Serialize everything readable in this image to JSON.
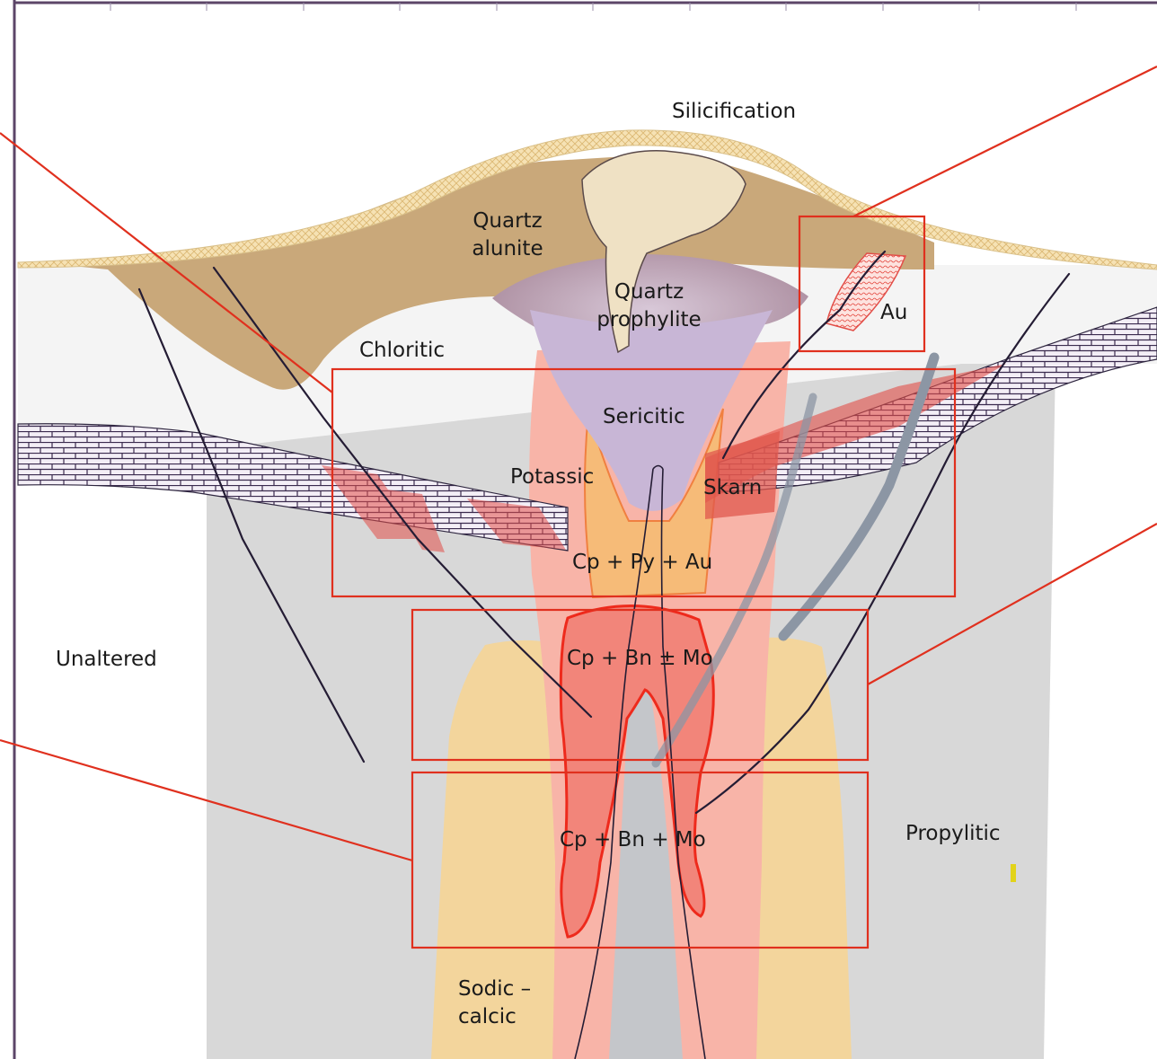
{
  "labels": {
    "silicification": "Silicification",
    "quartz_alunite_1": "Quartz",
    "quartz_alunite_2": "alunite",
    "quartz_prophylite_1": "Quartz",
    "quartz_prophylite_2": "prophylite",
    "au": "Au",
    "chloritic": "Chloritic",
    "sericitic": "Sericitic",
    "potassic": "Potassic",
    "skarn": "Skarn",
    "cp_py_au": "Cp + Py + Au",
    "cp_bn_pm_mo": "Cp + Bn ± Mo",
    "cp_bn_mo": "Cp + Bn + Mo",
    "unaltered": "Unaltered",
    "propylitic": "Propylitic",
    "sodic_1": "Sodic –",
    "sodic_2": "calcic"
  },
  "colors": {
    "callout": "#e0301e",
    "frame": "#5c4568",
    "sodic": "#f3d59c",
    "potassic": "#f8b4a8",
    "ore": "#f2857a",
    "sericitic": "#c8b6d6",
    "alunite": "#c9a87a",
    "silicification": "#f2dca8",
    "propylitic": "#d8d8d8"
  }
}
